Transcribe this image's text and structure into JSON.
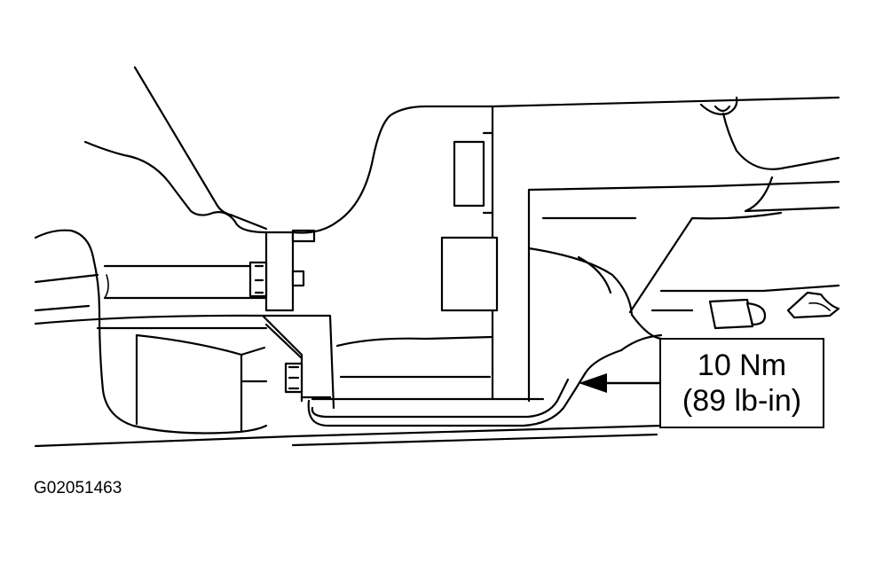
{
  "callout": {
    "torque_metric": "10 Nm",
    "torque_imperial": "(89 lb-in)"
  },
  "figure_id": "G02051463"
}
